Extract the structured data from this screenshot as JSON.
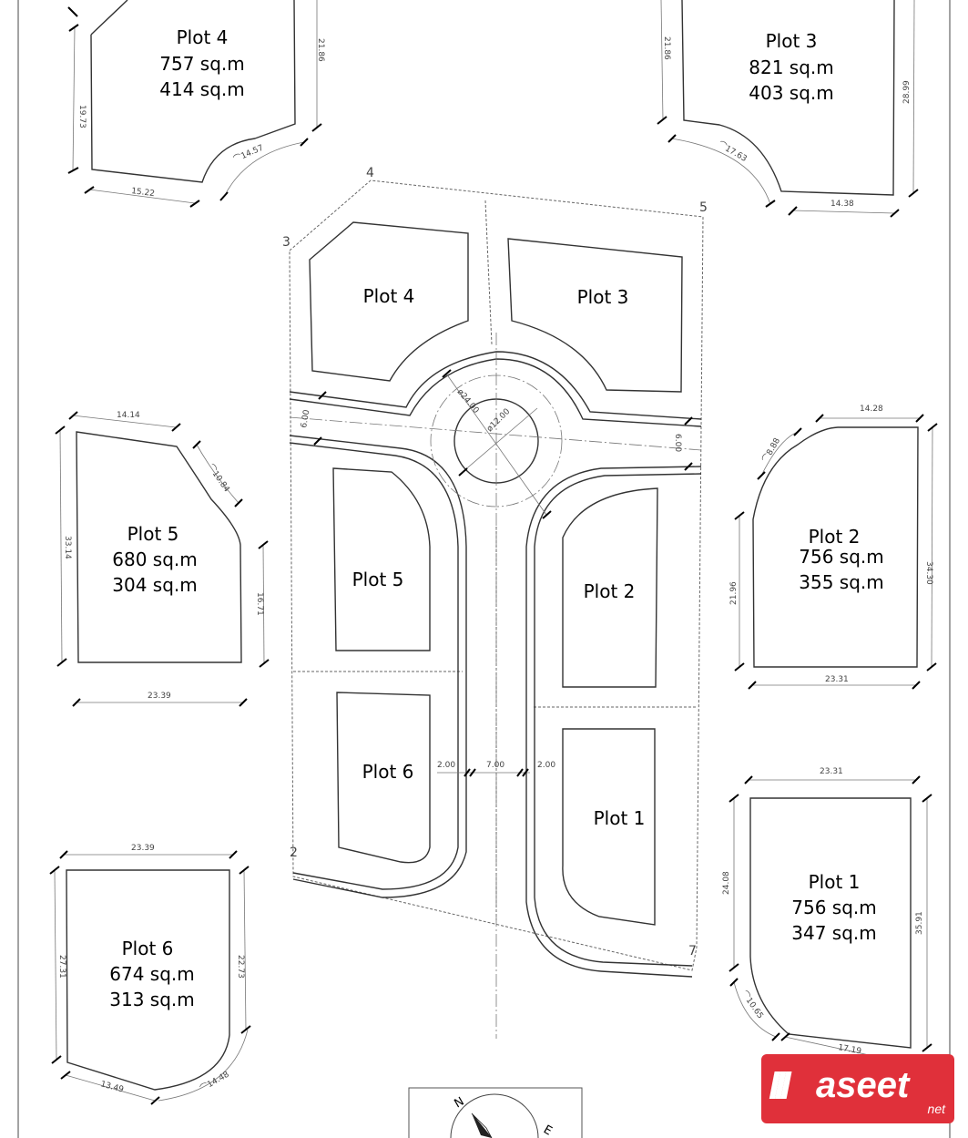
{
  "plots": [
    {
      "name": "Plot 4",
      "area_total": "757 sq.m",
      "area_second": "414 sq.m",
      "dims": [
        "19.73",
        "21.86",
        "15.22",
        "⌒14.57"
      ]
    },
    {
      "name": "Plot 3",
      "area_total": "821 sq.m",
      "area_second": "403 sq.m",
      "dims": [
        "21.86",
        "28.99",
        "14.38",
        "⌒17.63"
      ]
    },
    {
      "name": "Plot 5",
      "area_total": "680 sq.m",
      "area_second": "304 sq.m",
      "dims": [
        "14.14",
        "33.14",
        "16.71",
        "23.39",
        "⌒10.84"
      ]
    },
    {
      "name": "Plot 2",
      "area_total": "756 sq.m",
      "area_second": "355 sq.m",
      "dims": [
        "14.28",
        "34.30",
        "21.96",
        "23.31",
        "⌒8.88"
      ]
    },
    {
      "name": "Plot 6",
      "area_total": "674 sq.m",
      "area_second": "313 sq.m",
      "dims": [
        "23.39",
        "27.31",
        "22.73",
        "13.49",
        "⌒14.48"
      ]
    },
    {
      "name": "Plot 1",
      "area_total": "756 sq.m",
      "area_second": "347 sq.m",
      "dims": [
        "23.31",
        "24.08",
        "35.91",
        "17.19",
        "⌒10.65"
      ]
    }
  ],
  "site_plan": {
    "plot_labels": [
      "Plot 4",
      "Plot 3",
      "Plot 5",
      "Plot 2",
      "Plot 6",
      "Plot 1"
    ],
    "dims": {
      "road_width_left": "6.00",
      "road_width_right": "6.00",
      "roundabout_inner": "ø12.00",
      "roundabout_outer": "ø24.00",
      "sidewalk_left": "2.00",
      "carriageway": "7.00",
      "sidewalk_right": "2.00"
    },
    "corner_numbers": [
      "4",
      "5",
      "3",
      "2",
      "7"
    ]
  },
  "compass": {
    "north": "N",
    "east": "E"
  },
  "watermark": {
    "text": "aseet",
    "suffix": "net",
    "color": "#e0303a"
  }
}
